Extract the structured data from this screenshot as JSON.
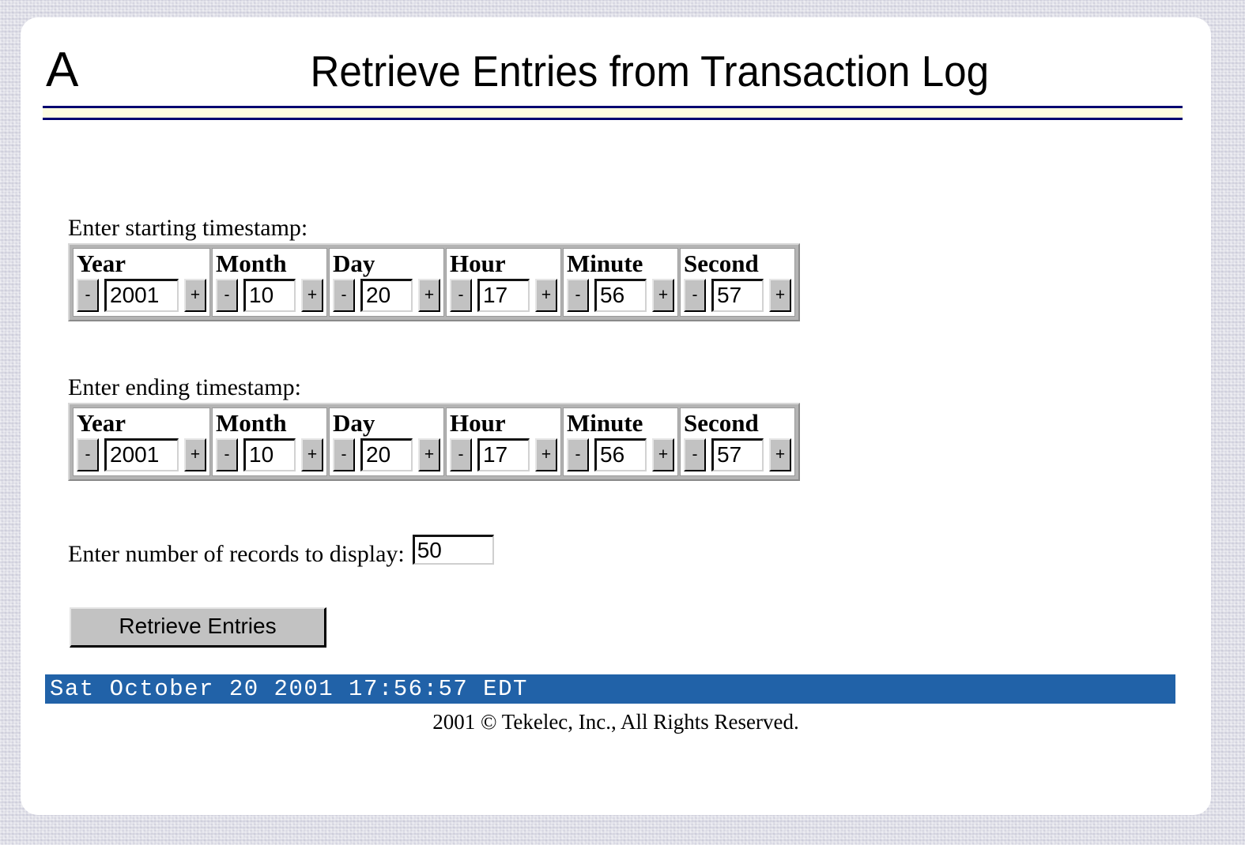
{
  "header": {
    "logo_alt": "A",
    "title": "Retrieve Entries from Transaction Log"
  },
  "form": {
    "starting": {
      "caption": "Enter starting timestamp:",
      "fields": [
        {
          "label": "Year",
          "value": "2001",
          "dec": "-",
          "inc": "+"
        },
        {
          "label": "Month",
          "value": "10",
          "dec": "-",
          "inc": "+"
        },
        {
          "label": "Day",
          "value": "20",
          "dec": "-",
          "inc": "+"
        },
        {
          "label": "Hour",
          "value": "17",
          "dec": "-",
          "inc": "+"
        },
        {
          "label": "Minute",
          "value": "56",
          "dec": "-",
          "inc": "+"
        },
        {
          "label": "Second",
          "value": "57",
          "dec": "-",
          "inc": "+"
        }
      ]
    },
    "ending": {
      "caption": "Enter ending timestamp:",
      "fields": [
        {
          "label": "Year",
          "value": "2001",
          "dec": "-",
          "inc": "+"
        },
        {
          "label": "Month",
          "value": "10",
          "dec": "-",
          "inc": "+"
        },
        {
          "label": "Day",
          "value": "20",
          "dec": "-",
          "inc": "+"
        },
        {
          "label": "Hour",
          "value": "17",
          "dec": "-",
          "inc": "+"
        },
        {
          "label": "Minute",
          "value": "56",
          "dec": "-",
          "inc": "+"
        },
        {
          "label": "Second",
          "value": "57",
          "dec": "-",
          "inc": "+"
        }
      ]
    },
    "records": {
      "label": "Enter number of records to display:",
      "value": "50"
    },
    "submit_label": "Retrieve Entries"
  },
  "status_bar": {
    "text": "Sat October 20 2001 17:56:57 EDT",
    "background": "#2162a8",
    "color": "#ffffff"
  },
  "footer": {
    "copyright": "2001 © Tekelec, Inc., All Rights Reserved."
  },
  "theme": {
    "rule_line": "#000070",
    "rule_fill": "#fdfce0",
    "page_background": "#cfcfdb",
    "panel": "#ffffff",
    "button_face": "#c2c2c2"
  }
}
